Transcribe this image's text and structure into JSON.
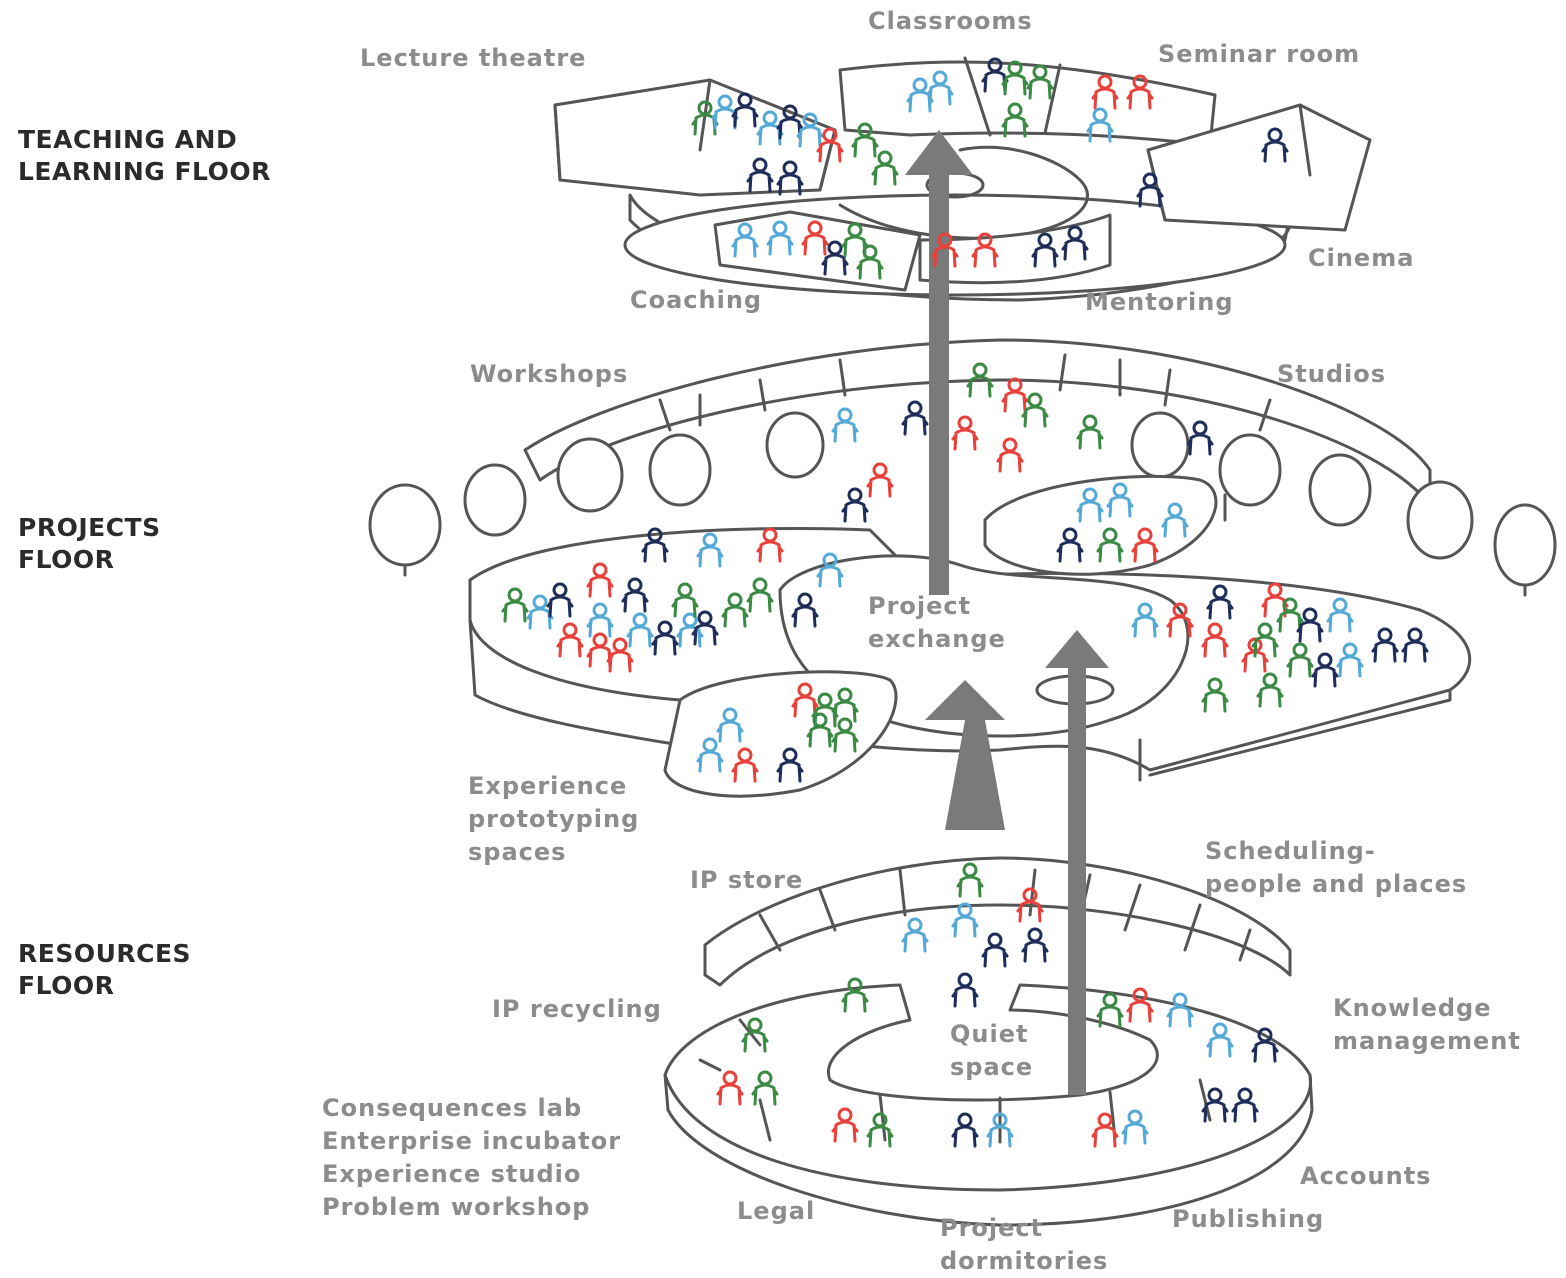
{
  "floors": {
    "teaching": "TEACHING AND\nLEARNING FLOOR",
    "projects": "PROJECTS\nFLOOR",
    "resources": "RESOURCES\nFLOOR"
  },
  "teaching_spaces": {
    "classrooms": "Classrooms",
    "lecture_theatre": "Lecture theatre",
    "seminar_room": "Seminar room",
    "cinema": "Cinema",
    "coaching": "Coaching",
    "mentoring": "Mentoring"
  },
  "project_spaces": {
    "workshops": "Workshops",
    "studios": "Studios",
    "project_exchange": "Project\nexchange",
    "experience_prototyping": "Experience\nprototyping\nspaces"
  },
  "resource_spaces": {
    "ip_store": "IP store",
    "scheduling": "Scheduling-\npeople and places",
    "ip_recycling": "IP recycling",
    "knowledge_management": "Knowledge\nmanagement",
    "quiet_space": "Quiet\nspace",
    "labs": "Consequences lab\nEnterprise incubator\nExperience studio\nProblem workshop",
    "legal": "Legal",
    "project_dormitories": "Project\ndormitories",
    "publishing": "Publishing",
    "accounts": "Accounts"
  },
  "colors": {
    "outline": "#555555",
    "arrow": "#7a7a7a",
    "people_red": "#e8403a",
    "people_green": "#3a8a44",
    "people_light_blue": "#55a9d6",
    "people_dark_blue": "#1f2d5a"
  }
}
